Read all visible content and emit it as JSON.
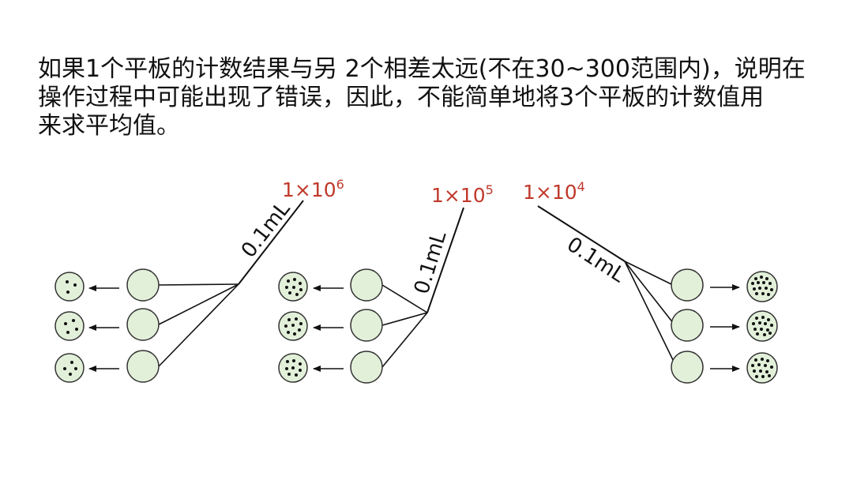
{
  "explanation": {
    "lines": [
      "如果1个平板的计数结果与另 2个相差太远(不在30~300范围内)，说明在",
      "操作过程中可能出现了错误，因此，不能简单地将3个平板的计数值用",
      "来求平均值。"
    ]
  },
  "diagram": {
    "dilutions": [
      {
        "base": "1×10",
        "exp": "6"
      },
      {
        "base": "1×10",
        "exp": "5"
      },
      {
        "base": "1×10",
        "exp": "4"
      }
    ],
    "volume_label": "0.1mL",
    "colors": {
      "dilution_text": "#c0392b",
      "plate_fill": "#e2f0d9",
      "line": "#111111"
    }
  }
}
